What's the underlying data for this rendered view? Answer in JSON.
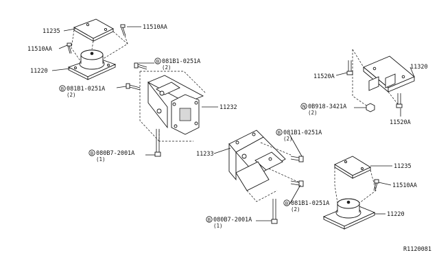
{
  "labels": {
    "l1": "11235",
    "l2": "11510AA",
    "l3": "11510AA",
    "l4": "11220",
    "l5": "081B1-0251A",
    "l5q": "(2)",
    "l6": "081B1-0251A",
    "l6q": "(2)",
    "l7": "11232",
    "l8": "080B7-2001A",
    "l8q": "(1)",
    "l9": "11520A",
    "l10": "11320",
    "l11": "0B918-3421A",
    "l11q": "(2)",
    "l12": "11520A",
    "l13": "081B1-0251A",
    "l13q": "(2)",
    "l14": "11233",
    "l15": "11235",
    "l16": "11510AA",
    "l17": "081B1-0251A",
    "l17q": "(2)",
    "l18": "11220",
    "l19": "080B7-2001A",
    "l19q": "(1)",
    "ref": "R1120081"
  },
  "prefixes": {
    "b": "B",
    "n": "N"
  }
}
